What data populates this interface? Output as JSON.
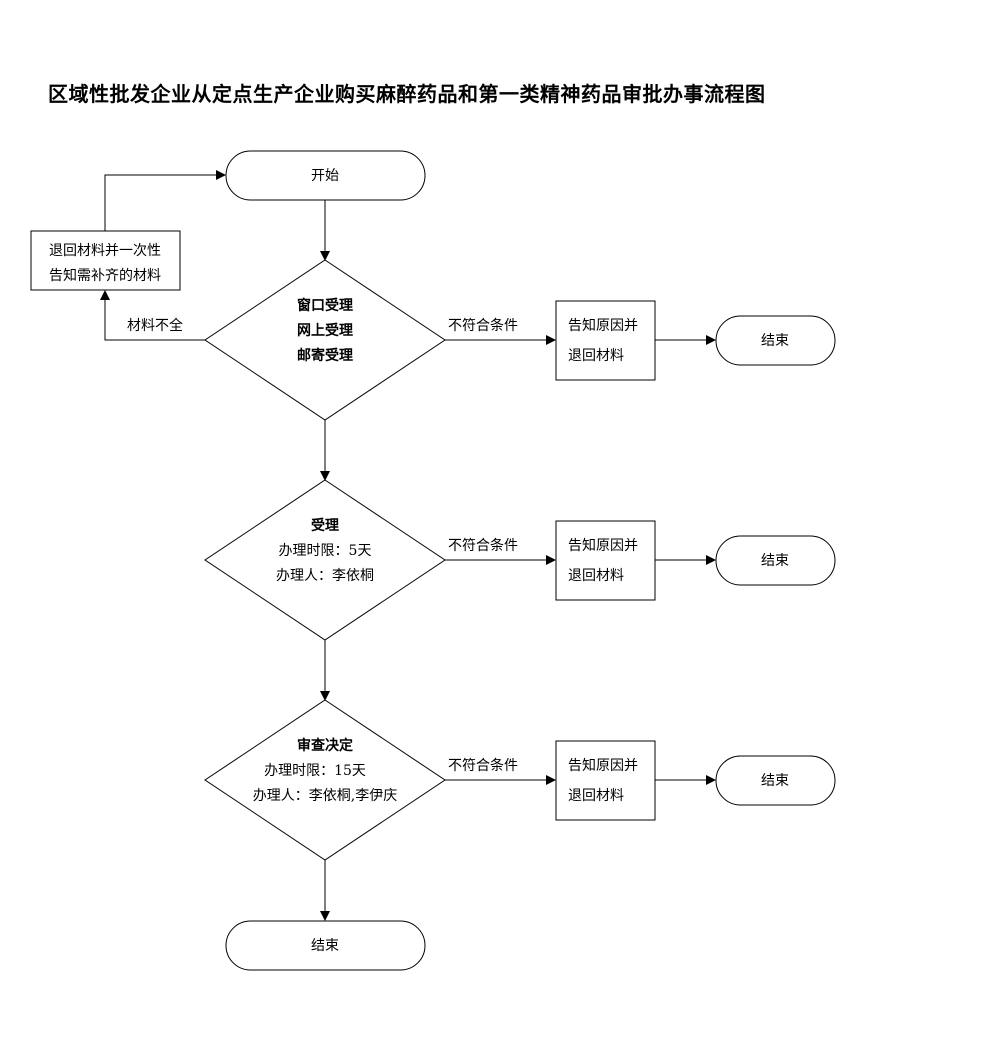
{
  "title": "区域性批发企业从定点生产企业购买麻醉药品和第一类精神药品审批办事流程图",
  "start": {
    "label": "开始"
  },
  "return_box": {
    "lines": [
      "退回材料并一次性",
      "告知需补齐的材料"
    ]
  },
  "incomplete_label": "材料不全",
  "steps": [
    {
      "lines": [
        "窗口受理",
        "网上受理",
        "邮寄受理"
      ]
    },
    {
      "lines": [
        "受理",
        "办理时限：5天",
        "办理人：李依桐"
      ]
    },
    {
      "lines": [
        "审查决定",
        "办理时限：15天",
        "办理人：李依桐,李伊庆"
      ]
    }
  ],
  "reject_label": "不符合条件",
  "reject_box": {
    "lines": [
      "告知原因并",
      "退回材料"
    ]
  },
  "end_label": "结束"
}
